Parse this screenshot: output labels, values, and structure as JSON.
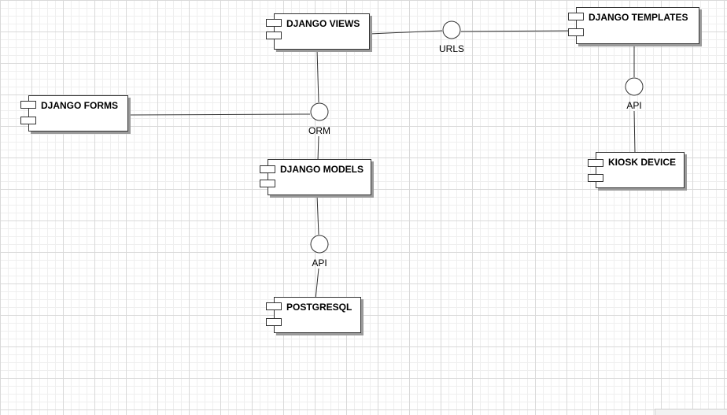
{
  "diagram": {
    "components": [
      {
        "id": "views",
        "label": "DJANGO VIEWS"
      },
      {
        "id": "templates",
        "label": "DJANGO TEMPLATES"
      },
      {
        "id": "forms",
        "label": "DJANGO FORMS"
      },
      {
        "id": "models",
        "label": "DJANGO MODELS"
      },
      {
        "id": "kiosk",
        "label": "KIOSK DEVICE"
      },
      {
        "id": "postgres",
        "label": "POSTGRESQL"
      }
    ],
    "interfaces": [
      {
        "id": "urls",
        "label": "URLS"
      },
      {
        "id": "orm",
        "label": "ORM"
      },
      {
        "id": "api_templates",
        "label": "API"
      },
      {
        "id": "api_db",
        "label": "API"
      }
    ]
  },
  "colors": {
    "grid_major": "#d9d9d9",
    "grid_minor": "#efefef",
    "stroke": "#333333",
    "shadow": "#9a9a9a"
  }
}
